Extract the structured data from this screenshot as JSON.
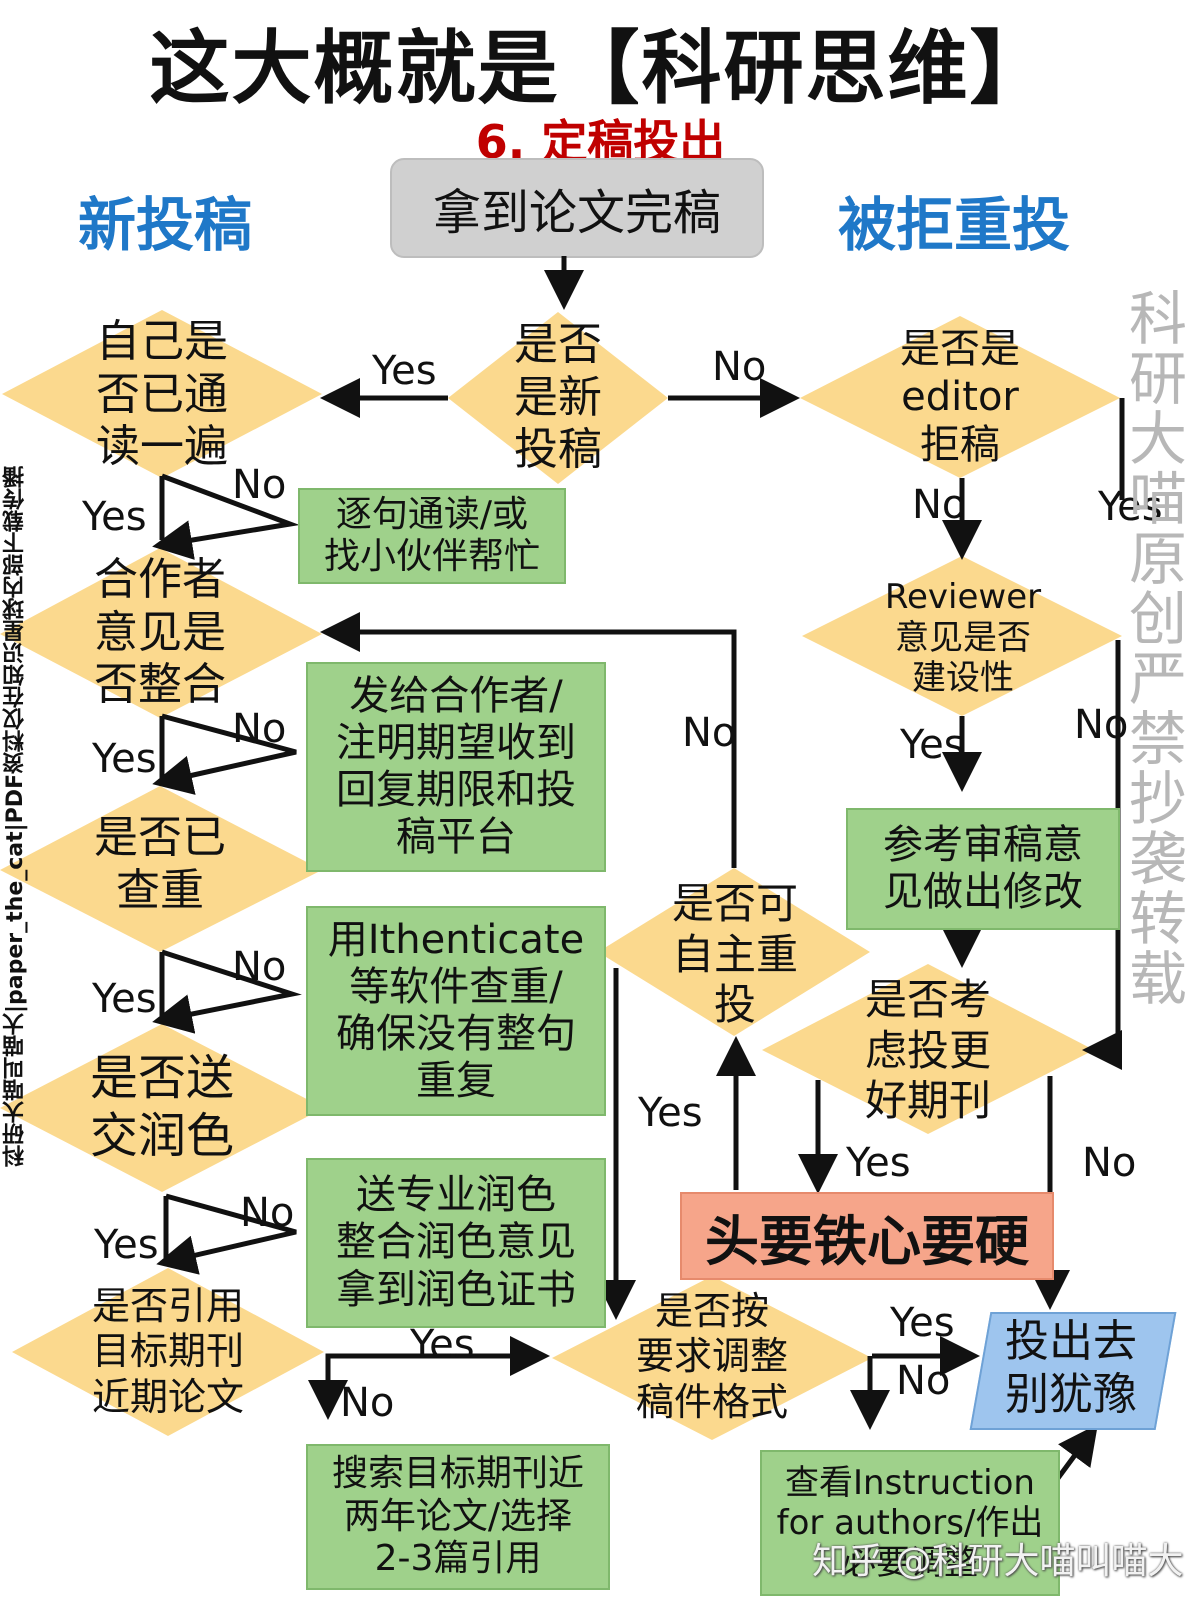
{
  "title": "这大概就是【科研思维】",
  "subtitle": "6. 定稿投出",
  "left_heading": "新投稿",
  "right_heading": "被拒重投",
  "start_box": "拿到论文完稿",
  "diamonds": {
    "is_new": "是否\n是新\n投稿",
    "read_once": "自己是\n否已通\n读一遍",
    "coauthor": "合作者\n意见是\n否整合",
    "plagiarism": "是否已\n查重",
    "polish": "是否送\n交润色",
    "cite": "是否引用\n目标期刊\n近期论文",
    "format": "是否按\n要求调整\n稿件格式",
    "editor_reject": "是否是\neditor\n拒稿",
    "reviewer": "Reviewer\n意见是否\n建设性",
    "better_journal": "是否考\n虑投更\n好期刊",
    "self_resubmit": "是否可\n自主重\n投"
  },
  "boxes": {
    "read_help": "逐句通读/或\n找小伙伴帮忙",
    "send_coauthor": "发给合作者/\n注明期望收到\n回复期限和投\n稿平台",
    "ithenticate": "用Ithenticate\n等软件查重/\n确保没有整句\n重复",
    "polish_service": "送专业润色\n整合润色意见\n拿到润色证书",
    "search_cite": "搜索目标期刊近\n两年论文/选择\n2-3篇引用",
    "instructions": "查看Instruction\nfor authors/作出\n必要调整",
    "revise": "参考审稿意\n见做出修改",
    "tough": "头要铁心要硬",
    "submit": "投出去\n别犹豫"
  },
  "labels": {
    "yes": "Yes",
    "no": "No"
  },
  "watermark_right": "科研大喵原创严禁抄袭转载",
  "watermark_left": "科研大喵叫喵大|paper_the_cat|PDF资料仅在知识星球内部下载传播",
  "watermark_bottom": "知乎 @科研大喵叫喵大",
  "colors": {
    "diamond": "#fbd98e",
    "green_box": "#9fd18b",
    "orange_box": "#f6a58a",
    "blue_box": "#9ec5ee",
    "heading_blue": "#1f78c8",
    "subtitle_red": "#c00000"
  }
}
